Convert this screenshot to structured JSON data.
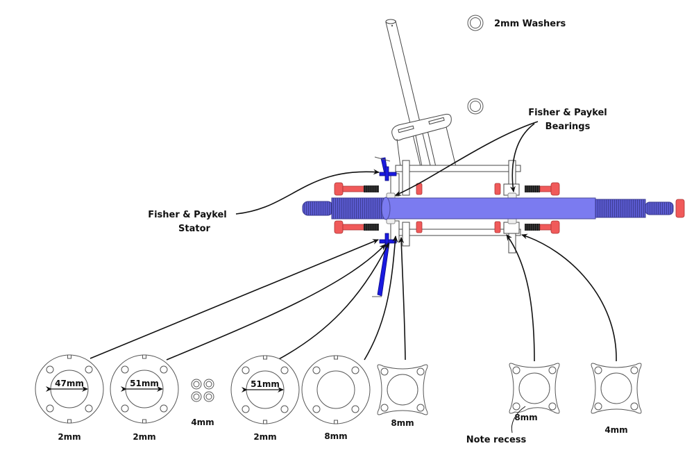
{
  "title": "Fisher & Paykel generator hub assembly diagram",
  "labels": {
    "washers": "2mm Washers",
    "bearings_line1": "Fisher & Paykel",
    "bearings_line2": "Bearings",
    "stator_line1": "Fisher & Paykel",
    "stator_line2": "Stator",
    "note_recess": "Note recess"
  },
  "colors": {
    "shaft": "#7b7bf0",
    "stator": "#1a1ae0",
    "bolts": "#f05a5a",
    "outline": "#444444"
  },
  "parts": [
    {
      "type": "round-plate",
      "diameter_label": "47mm",
      "thickness": "2mm"
    },
    {
      "type": "round-plate",
      "diameter_label": "51mm",
      "thickness": "2mm"
    },
    {
      "type": "small-washers",
      "count": 4,
      "thickness": "4mm"
    },
    {
      "type": "round-plate",
      "diameter_label": "51mm",
      "thickness": "2mm"
    },
    {
      "type": "round-plate",
      "diameter_label": "",
      "thickness": "8mm"
    },
    {
      "type": "square-flange",
      "thickness": "8mm"
    },
    {
      "type": "square-flange-recessed",
      "thickness": "8mm"
    },
    {
      "type": "square-flange",
      "thickness": "4mm"
    }
  ]
}
